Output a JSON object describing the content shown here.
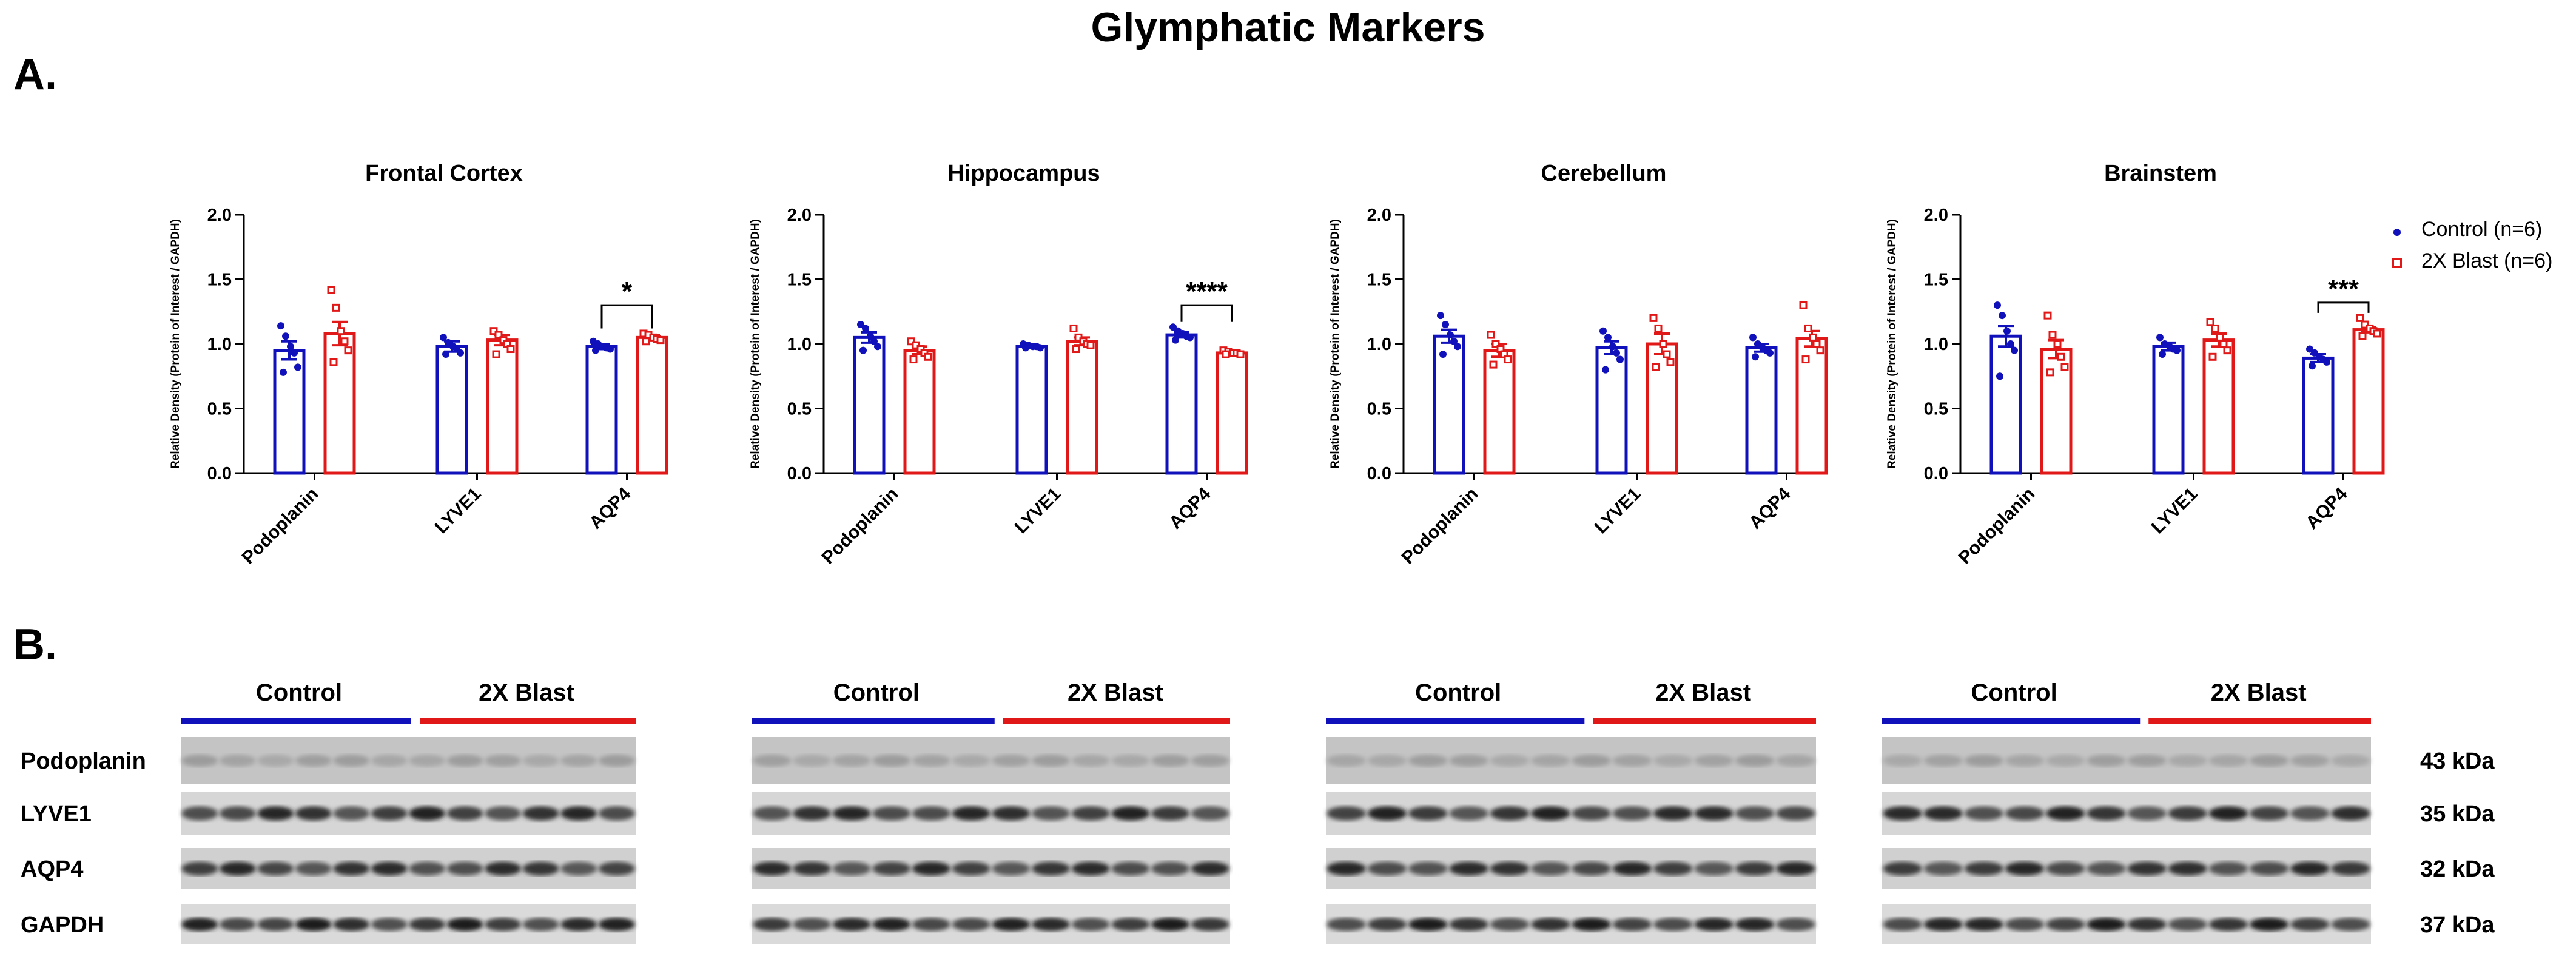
{
  "figure_title": "Glymphatic Markers",
  "panel_a_label": "A.",
  "panel_b_label": "B.",
  "colors": {
    "control": "#1111bb",
    "blast": "#e01818"
  },
  "legend": {
    "control": "Control (n=6)",
    "blast": "2X Blast (n=6)"
  },
  "chart_data": [
    {
      "type": "bar",
      "title": "Frontal Cortex",
      "ylabel": "Relative Density (Protein of Interest / GAPDH)",
      "ylim": [
        0,
        2.0
      ],
      "yticks": [
        "0.0",
        "0.5",
        "1.0",
        "1.5",
        "2.0"
      ],
      "categories": [
        "Podoplanin",
        "LYVE1",
        "AQP4"
      ],
      "series": [
        {
          "name": "Control (n=6)",
          "values": [
            0.95,
            0.98,
            0.98
          ],
          "sem": [
            0.07,
            0.04,
            0.02
          ],
          "points": [
            [
              1.14,
              1.06,
              0.98,
              0.93,
              0.82,
              0.78
            ],
            [
              1.05,
              1.01,
              0.98,
              0.96,
              0.93,
              0.92
            ],
            [
              1.02,
              1.0,
              0.98,
              0.97,
              0.96,
              0.95
            ]
          ]
        },
        {
          "name": "2X Blast (n=6)",
          "values": [
            1.08,
            1.03,
            1.05
          ],
          "sem": [
            0.09,
            0.04,
            0.02
          ],
          "points": [
            [
              1.42,
              1.28,
              1.1,
              1.02,
              0.95,
              0.86
            ],
            [
              1.1,
              1.07,
              1.03,
              1.0,
              0.96,
              0.92
            ],
            [
              1.08,
              1.07,
              1.05,
              1.04,
              1.03,
              1.02
            ]
          ]
        }
      ],
      "significance": [
        {
          "category": "AQP4",
          "label": "*"
        }
      ]
    },
    {
      "type": "bar",
      "title": "Hippocampus",
      "ylabel": "Relative Density (Protein of Interest / GAPDH)",
      "ylim": [
        0,
        2.0
      ],
      "yticks": [
        "0.0",
        "0.5",
        "1.0",
        "1.5",
        "2.0"
      ],
      "categories": [
        "Podoplanin",
        "LYVE1",
        "AQP4"
      ],
      "series": [
        {
          "name": "Control (n=6)",
          "values": [
            1.05,
            0.98,
            1.07
          ],
          "sem": [
            0.04,
            0.01,
            0.02
          ],
          "points": [
            [
              1.15,
              1.12,
              1.06,
              1.02,
              0.98,
              0.95
            ],
            [
              1.0,
              0.99,
              0.98,
              0.98,
              0.97,
              0.97
            ],
            [
              1.13,
              1.1,
              1.08,
              1.06,
              1.05,
              1.03
            ]
          ]
        },
        {
          "name": "2X Blast (n=6)",
          "values": [
            0.95,
            1.02,
            0.93
          ],
          "sem": [
            0.03,
            0.03,
            0.01
          ],
          "points": [
            [
              1.02,
              0.99,
              0.96,
              0.93,
              0.9,
              0.88
            ],
            [
              1.12,
              1.05,
              1.02,
              1.0,
              0.99,
              0.96
            ],
            [
              0.95,
              0.94,
              0.93,
              0.93,
              0.92,
              0.92
            ]
          ]
        }
      ],
      "significance": [
        {
          "category": "AQP4",
          "label": "****"
        }
      ]
    },
    {
      "type": "bar",
      "title": "Cerebellum",
      "ylabel": "Relative Density (Protein of Interest / GAPDH)",
      "ylim": [
        0,
        2.0
      ],
      "yticks": [
        "0.0",
        "0.5",
        "1.0",
        "1.5",
        "2.0"
      ],
      "categories": [
        "Podoplanin",
        "LYVE1",
        "AQP4"
      ],
      "series": [
        {
          "name": "Control (n=6)",
          "values": [
            1.06,
            0.97,
            0.97
          ],
          "sem": [
            0.05,
            0.05,
            0.03
          ],
          "points": [
            [
              1.22,
              1.15,
              1.07,
              1.02,
              0.98,
              0.92
            ],
            [
              1.1,
              1.05,
              0.98,
              0.93,
              0.88,
              0.8
            ],
            [
              1.05,
              1.0,
              0.97,
              0.95,
              0.93,
              0.9
            ]
          ]
        },
        {
          "name": "2X Blast (n=6)",
          "values": [
            0.95,
            1.0,
            1.04
          ],
          "sem": [
            0.05,
            0.08,
            0.06
          ],
          "points": [
            [
              1.07,
              1.0,
              0.96,
              0.92,
              0.88,
              0.84
            ],
            [
              1.2,
              1.12,
              1.0,
              0.92,
              0.86,
              0.82
            ],
            [
              1.3,
              1.12,
              1.05,
              1.0,
              0.95,
              0.88
            ]
          ]
        }
      ],
      "significance": []
    },
    {
      "type": "bar",
      "title": "Brainstem",
      "ylabel": "Relative Density (Protein of Interest / GAPDH)",
      "ylim": [
        0,
        2.0
      ],
      "yticks": [
        "0.0",
        "0.5",
        "1.0",
        "1.5",
        "2.0"
      ],
      "categories": [
        "Podoplanin",
        "LYVE1",
        "AQP4"
      ],
      "series": [
        {
          "name": "Control (n=6)",
          "values": [
            1.06,
            0.98,
            0.89
          ],
          "sem": [
            0.08,
            0.03,
            0.03
          ],
          "points": [
            [
              1.3,
              1.22,
              1.1,
              1.0,
              0.95,
              0.75
            ],
            [
              1.05,
              1.0,
              0.98,
              0.96,
              0.95,
              0.92
            ],
            [
              0.96,
              0.93,
              0.9,
              0.88,
              0.86,
              0.83
            ]
          ]
        },
        {
          "name": "2X Blast (n=6)",
          "values": [
            0.96,
            1.03,
            1.11
          ],
          "sem": [
            0.07,
            0.05,
            0.02
          ],
          "points": [
            [
              1.22,
              1.07,
              1.0,
              0.9,
              0.82,
              0.78
            ],
            [
              1.17,
              1.12,
              1.05,
              1.0,
              0.95,
              0.9
            ],
            [
              1.2,
              1.15,
              1.12,
              1.1,
              1.08,
              1.06
            ]
          ]
        }
      ],
      "significance": [
        {
          "category": "AQP4",
          "label": "***"
        }
      ]
    }
  ],
  "western_blot": {
    "group_labels": [
      "Control",
      "2X Blast"
    ],
    "rows": [
      {
        "protein": "Podoplanin",
        "kda": "43 kDa"
      },
      {
        "protein": "LYVE1",
        "kda": "35 kDa"
      },
      {
        "protein": "AQP4",
        "kda": "32 kDa"
      },
      {
        "protein": "GAPDH",
        "kda": "37 kDa"
      }
    ]
  }
}
